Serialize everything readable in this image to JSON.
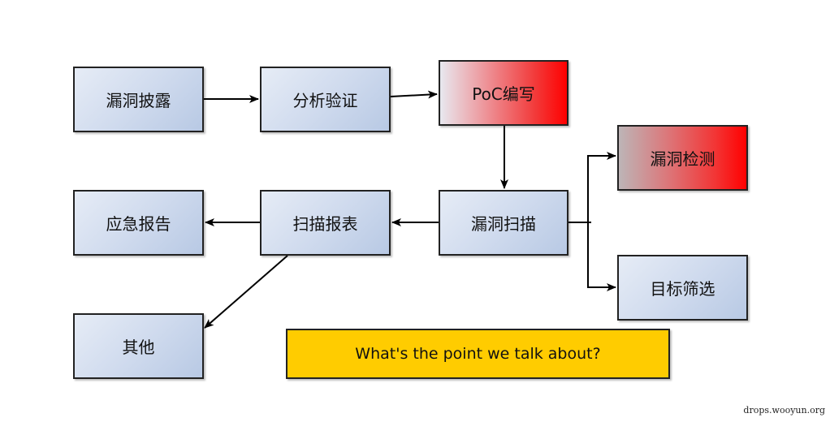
{
  "diagram": {
    "nodes": [
      {
        "id": "n1",
        "label": "漏洞披露",
        "fill": "#d0dbee"
      },
      {
        "id": "n2",
        "label": "分析验证",
        "fill": "#d0dbee"
      },
      {
        "id": "n3",
        "label": "PoC编写",
        "fill": "#ff0000"
      },
      {
        "id": "n4",
        "label": "漏洞检测",
        "fill": "#ff0000"
      },
      {
        "id": "n5",
        "label": "应急报告",
        "fill": "#d0dbee"
      },
      {
        "id": "n6",
        "label": "扫描报表",
        "fill": "#d0dbee"
      },
      {
        "id": "n7",
        "label": "漏洞扫描",
        "fill": "#d0dbee"
      },
      {
        "id": "n8",
        "label": "目标筛选",
        "fill": "#d0dbee"
      },
      {
        "id": "n9",
        "label": "其他",
        "fill": "#d0dbee"
      },
      {
        "id": "n10",
        "label": "What's the point we talk about?",
        "fill": "#ffcc00"
      }
    ],
    "edges": [
      {
        "from": "漏洞披露",
        "to": "分析验证"
      },
      {
        "from": "分析验证",
        "to": "PoC编写"
      },
      {
        "from": "PoC编写",
        "to": "漏洞扫描"
      },
      {
        "from": "漏洞扫描",
        "to": "漏洞检测"
      },
      {
        "from": "漏洞扫描",
        "to": "目标筛选"
      },
      {
        "from": "漏洞扫描",
        "to": "扫描报表"
      },
      {
        "from": "扫描报表",
        "to": "应急报告"
      },
      {
        "from": "扫描报表",
        "to": "其他"
      }
    ]
  },
  "watermark": "drops.wooyun.org"
}
